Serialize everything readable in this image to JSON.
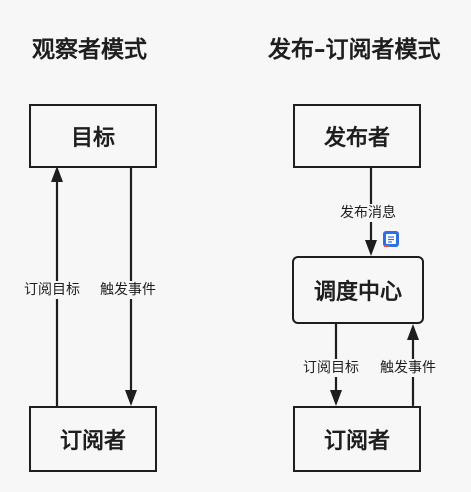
{
  "observer": {
    "title": "观察者模式",
    "subject_box": "目标",
    "observer_box": "订阅者",
    "subscribe_label": "订阅目标",
    "trigger_label": "触发事件"
  },
  "pubsub": {
    "title": "发布–订阅者模式",
    "publisher_box": "发布者",
    "message_label": "发布消息",
    "center_box": "调度中心",
    "subscriber_box": "订阅者",
    "subscribe_label": "订阅目标",
    "trigger_label": "触发事件",
    "message_icon": "message-document-icon"
  },
  "colors": {
    "stroke": "#1e1e1e",
    "background": "#f7f7f7",
    "icon_blue": "#2f6fe0"
  }
}
